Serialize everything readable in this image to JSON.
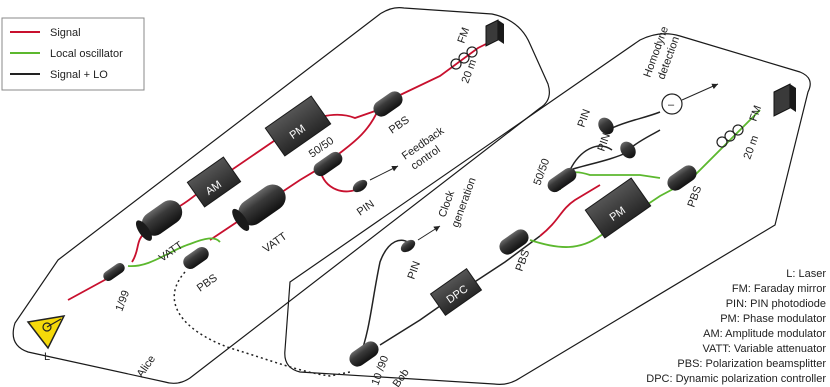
{
  "colors": {
    "signal": "#c8102e",
    "local_oscillator": "#5cb82e",
    "signal_plus_lo": "#222222",
    "component_dark": "#2f2f2f",
    "laser_warning": "#f5d90a"
  },
  "legend": {
    "items": [
      {
        "label": "Signal",
        "color": "#c8102e"
      },
      {
        "label": "Local oscillator",
        "color": "#5cb82e"
      },
      {
        "label": "Signal + LO",
        "color": "#222222"
      }
    ]
  },
  "parties": {
    "alice": "Alice",
    "bob": "Bob"
  },
  "alice": {
    "laser": "L",
    "coupler_1_99": "1/99",
    "vatt_1": "VATT",
    "vatt_2": "VATT",
    "am": "AM",
    "pm": "PM",
    "pbs_main": "PBS",
    "pbs_lo": "PBS",
    "coupler_50_50": "50/50",
    "pin": "PIN",
    "feedback_line1": "Feedback",
    "feedback_line2": "control",
    "fm": "FM",
    "fiber_20m": "20 m"
  },
  "bob": {
    "coupler_10_90": "10 /90",
    "dpc": "DPC",
    "pbs_1": "PBS",
    "pbs_2": "PBS",
    "pm": "PM",
    "pin_clock": "PIN",
    "clock_line1": "Clock",
    "clock_line2": "generation",
    "coupler_50_50": "50/50",
    "pin_a": "PIN",
    "pin_b": "PIN",
    "homodyne_line1": "Homodyne",
    "homodyne_line2": "detection",
    "subtractor": "–",
    "fm": "FM",
    "fiber_20m": "20 m"
  },
  "abbreviations": [
    "L: Laser",
    "FM: Faraday mirror",
    "PIN: PIN photodiode",
    "PM: Phase modulator",
    "AM: Amplitude modulator",
    "VATT: Variable attenuator",
    "PBS: Polarization beamsplitter",
    "DPC: Dynamic polarization controller"
  ]
}
